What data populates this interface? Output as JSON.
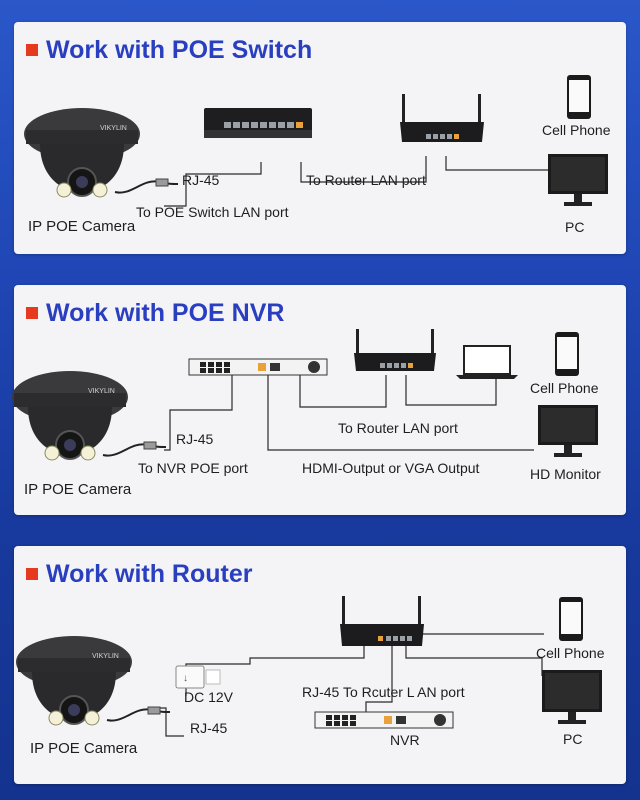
{
  "panels": [
    {
      "title": "Work with POE Switch",
      "labels": {
        "cable": "RJ-45",
        "switch_port": "To POE Switch LAN port",
        "router_port": "To Router LAN port",
        "camera": "IP POE Camera",
        "phone": "Cell Phone",
        "pc": "PC"
      }
    },
    {
      "title": "Work with POE NVR",
      "labels": {
        "cable": "RJ-45",
        "nvr_port": "To NVR POE port",
        "router_port": "To Router LAN port",
        "hdmi": "HDMI-Output or VGA Output",
        "camera": "IP POE Camera",
        "phone": "Cell Phone",
        "monitor": "HD Monitor"
      }
    },
    {
      "title": "Work with Router",
      "labels": {
        "dc": "DC 12V",
        "cable": "RJ-45",
        "router_port": "RJ-45 To Rcuter L AN port",
        "nvr": "NVR",
        "camera": "IP POE Camera",
        "phone": "Cell Phone",
        "pc": "PC"
      }
    }
  ],
  "colors": {
    "background": "#1f46b4",
    "title": "#2a3fc0",
    "bullet": "#e63a1f",
    "panel": "#f4f4f6"
  },
  "icons": [
    "dome-camera-icon",
    "poe-switch-icon",
    "router-icon",
    "cell-phone-icon",
    "pc-monitor-icon",
    "nvr-icon",
    "laptop-icon",
    "hd-monitor-icon",
    "power-adapter-icon"
  ]
}
